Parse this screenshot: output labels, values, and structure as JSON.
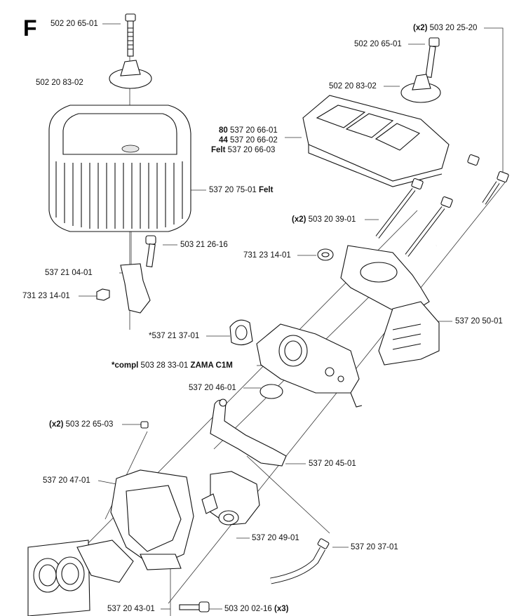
{
  "section_letter": "F",
  "labels": [
    {
      "id": "p1",
      "qty": "",
      "part": "502 20 65-01",
      "suffix": ""
    },
    {
      "id": "p2",
      "qty": "",
      "part": "502 20 83-02",
      "suffix": ""
    },
    {
      "id": "p3",
      "qty": "",
      "part": "537 20 75-01",
      "suffix": "Felt"
    },
    {
      "id": "p4",
      "qty": "",
      "part": "503 21 26-16",
      "suffix": ""
    },
    {
      "id": "p5",
      "qty": "",
      "part": "537 21 04-01",
      "suffix": ""
    },
    {
      "id": "p6",
      "qty": "",
      "part": "731 23 14-01",
      "suffix": ""
    },
    {
      "id": "p7",
      "qty": "(x2)",
      "part": "503 20 25-20",
      "suffix": ""
    },
    {
      "id": "p8",
      "qty": "",
      "part": "502 20 65-01",
      "suffix": ""
    },
    {
      "id": "p9",
      "qty": "",
      "part": "502 20 83-02",
      "suffix": ""
    },
    {
      "id": "p10a",
      "qty": "80",
      "part": "537 20 66-01",
      "suffix": ""
    },
    {
      "id": "p10b",
      "qty": "44",
      "part": "537 20 66-02",
      "suffix": ""
    },
    {
      "id": "p10c",
      "qty": "Felt",
      "part": "537 20 66-03",
      "suffix": ""
    },
    {
      "id": "p11",
      "qty": "(x2)",
      "part": "503 20 39-01",
      "suffix": ""
    },
    {
      "id": "p12",
      "qty": "",
      "part": "731 23 14-01",
      "suffix": ""
    },
    {
      "id": "p13",
      "qty": "",
      "part": "537 20 50-01",
      "suffix": ""
    },
    {
      "id": "p14",
      "qty": "",
      "part": "*537 21 37-01",
      "suffix": ""
    },
    {
      "id": "p15",
      "qty": "*compl",
      "part": "503 28 33-01",
      "suffix": "ZAMA C1M"
    },
    {
      "id": "p16",
      "qty": "",
      "part": "537 20 46-01",
      "suffix": ""
    },
    {
      "id": "p17",
      "qty": "(x2)",
      "part": "503 22 65-03",
      "suffix": ""
    },
    {
      "id": "p18",
      "qty": "",
      "part": "537 20 45-01",
      "suffix": ""
    },
    {
      "id": "p19",
      "qty": "",
      "part": "537 20 47-01",
      "suffix": ""
    },
    {
      "id": "p20",
      "qty": "",
      "part": "537 20 49-01",
      "suffix": ""
    },
    {
      "id": "p21",
      "qty": "",
      "part": "537 20 37-01",
      "suffix": ""
    },
    {
      "id": "p22",
      "qty": "",
      "part": "537 20 43-01",
      "suffix": ""
    },
    {
      "id": "p23",
      "qty": "",
      "part": "503 20 02-16",
      "suffix": "(x3)"
    }
  ]
}
